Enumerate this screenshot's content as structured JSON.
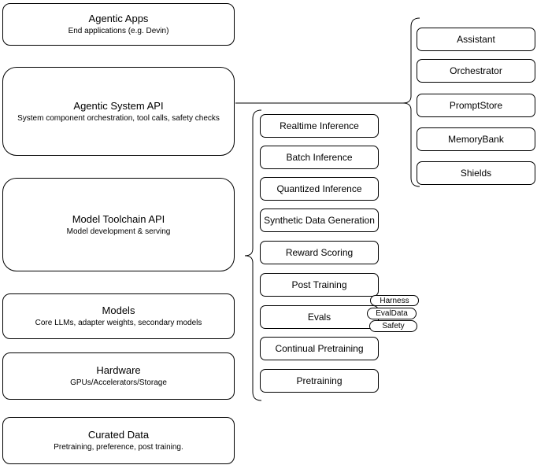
{
  "diagram": {
    "left_stack": [
      {
        "title": "Agentic Apps",
        "subtitle": "End applications (e.g. Devin)"
      },
      {
        "title": "Agentic System API",
        "subtitle": "System component orchestration, tool calls, safety checks"
      },
      {
        "title": "Model Toolchain API",
        "subtitle": "Model development & serving"
      },
      {
        "title": "Models",
        "subtitle": "Core LLMs, adapter weights, secondary models"
      },
      {
        "title": "Hardware",
        "subtitle": "GPUs/Accelerators/Storage"
      },
      {
        "title": "Curated Data",
        "subtitle": "Pretraining, preference, post training."
      }
    ],
    "toolchain_group": [
      "Realtime Inference",
      "Batch Inference",
      "Quantized Inference",
      "Synthetic Data Generation",
      "Reward Scoring",
      "Post Training",
      "Evals",
      "Continual Pretraining",
      "Pretraining"
    ],
    "evals_tags": [
      "Harness",
      "EvalData",
      "Safety"
    ],
    "system_group": [
      "Assistant",
      "Orchestrator",
      "PromptStore",
      "MemoryBank",
      "Shields"
    ],
    "colors": {
      "stroke": "#000000",
      "fill": "#ffffff",
      "background": "#ffffff",
      "text": "#000000"
    }
  }
}
